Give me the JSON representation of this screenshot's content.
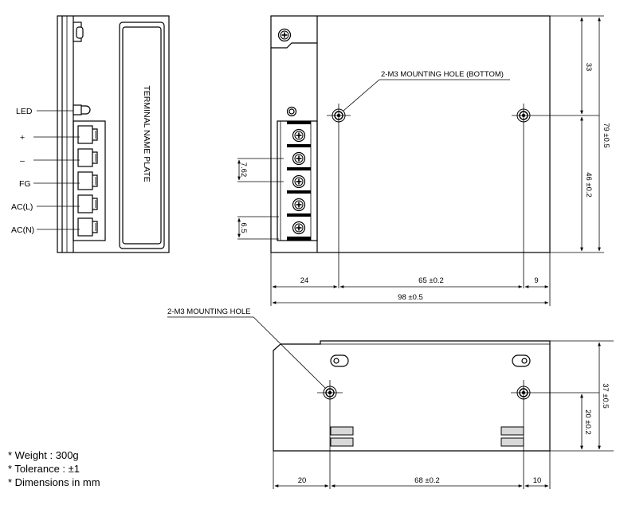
{
  "side_view": {
    "plate_text": "TERMINAL NAME PLATE",
    "labels": {
      "led": "LED",
      "plus": "+",
      "minus": "–",
      "fg": "FG",
      "acl": "AC(L)",
      "acn": "AC(N)"
    }
  },
  "top_view": {
    "callout": "2-M3 MOUNTING HOLE (BOTTOM)",
    "dims": {
      "right_top": "33",
      "right_total": "79 ±0.5",
      "right_lower": "46 ±0.2",
      "pitch": "7.62",
      "terminal_gap": "6.5",
      "bottom_left": "24",
      "bottom_mid": "65 ±0.2",
      "bottom_right": "9",
      "bottom_total": "98 ±0.5"
    }
  },
  "bottom_view": {
    "callout": "2-M3 MOUNTING HOLE",
    "dims": {
      "height_total": "37 ±0.5",
      "height_holes": "20 ±0.2",
      "left": "20",
      "mid": "68 ±0.2",
      "right": "10"
    }
  },
  "notes": [
    "* Weight : 300g",
    "* Tolerance : ±1",
    "* Dimensions in mm"
  ]
}
